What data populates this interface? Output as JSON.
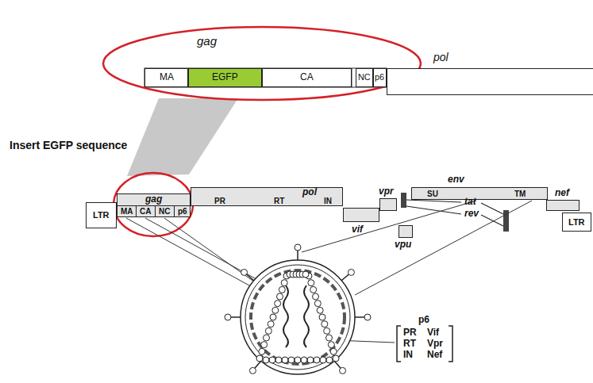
{
  "diagram": {
    "nodes": [
      {
        "text": [
          "MA"
        ]
      },
      {
        "text": [
          "EGFP"
        ]
      },
      {
        "text": [
          "CA"
        ]
      },
      {
        "text": [
          "NC"
        ]
      },
      {
        "text": [
          "p6"
        ]
      },
      {
        "text": [
          "pol"
        ]
      },
      {
        "text": [
          "LTR"
        ]
      },
      {
        "text": [
          "gag"
        ]
      },
      {
        "text": [
          "MA"
        ],
        "in": 7
      },
      {
        "text": [
          "CA"
        ],
        "in": 7
      },
      {
        "text": [
          "NC"
        ],
        "in": 7
      },
      {
        "text": [
          "p6"
        ],
        "in": 7
      },
      {
        "text": [
          "pol"
        ]
      },
      {
        "text": [
          "PR"
        ],
        "in": 12
      },
      {
        "text": [
          "RT"
        ],
        "in": 12
      },
      {
        "text": [
          "IN"
        ],
        "in": 12
      },
      {
        "text": [
          "vif"
        ]
      },
      {
        "text": [
          "vpr"
        ]
      },
      {
        "text": [
          "vpu"
        ]
      },
      {
        "text": [
          "env"
        ]
      },
      {
        "text": [
          "SU"
        ],
        "in": 19
      },
      {
        "text": [
          "TM"
        ],
        "in": 19
      },
      {
        "text": [
          "nef"
        ]
      },
      {
        "text": [
          "LTR"
        ]
      }
    ],
    "labels": [
      "gag",
      "Insert EGFP sequence",
      "tat",
      "rev",
      "p6",
      "PR",
      "Vif",
      "RT",
      "Vpr",
      "IN",
      "Nef"
    ]
  }
}
